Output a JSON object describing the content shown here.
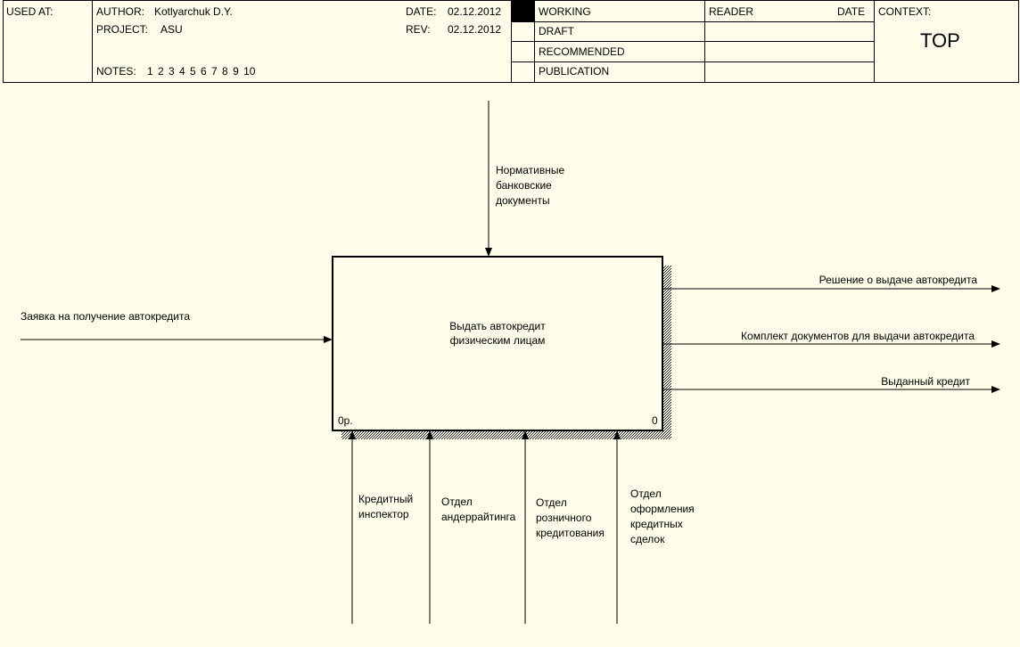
{
  "header": {
    "used_at": "USED AT:",
    "author_label": "AUTHOR:",
    "author": "Kotlyarchuk D.Y.",
    "date_label": "DATE:",
    "date": "02.12.2012",
    "project_label": "PROJECT:",
    "project": "ASU",
    "rev_label": "REV:",
    "rev": "02.12.2012",
    "notes_label": "NOTES:",
    "notes": "1 2 3 4 5 6 7 8 9 10",
    "status": [
      "WORKING",
      "DRAFT",
      "RECOMMENDED",
      "PUBLICATION"
    ],
    "reader_label": "READER",
    "reader_date_label": "DATE",
    "context_label": "CONTEXT:",
    "context_value": "TOP"
  },
  "diagram": {
    "activity": {
      "label": "Выдать автокредит\nфизическим лицам",
      "node": "0р.",
      "number": "0"
    },
    "control": "Нормативные\nбанковские\nдокументы",
    "input": "Заявка на получение автокредита",
    "outputs": [
      "Решение о выдаче автокредита",
      "Комплект документов для выдачи автокредита",
      "Выданный кредит"
    ],
    "mechanisms": [
      "Кредитный\nинспектор",
      "Отдел\nандеррайтинга",
      "Отдел\nрозничного\nкредитования",
      "Отдел\nоформления\nкредитных\nсделок"
    ]
  }
}
